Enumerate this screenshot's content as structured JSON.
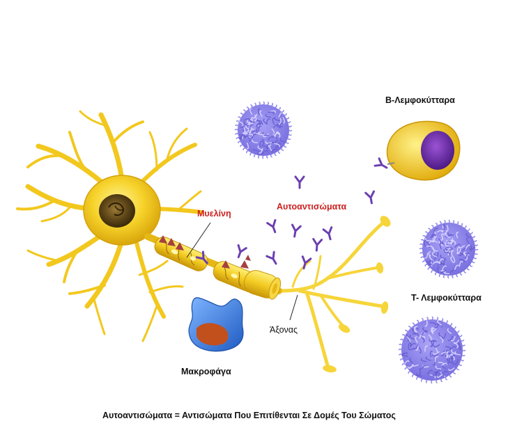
{
  "labels": {
    "b_cell": "Β-Λεμφοκύτταρα",
    "myelin": "Μυελίνη",
    "autoantibodies": "Αυτοαντισώματα",
    "t_cell": "Τ- Λεμφοκύτταρα",
    "axon": "Άξονας",
    "macrophage": "Μακροφάγα",
    "definition": "Αυτοαντισώματα = Αντισώματα Που Επιτίθενται Σε Δομές Του Σώματος"
  },
  "colors": {
    "neuron": "#f2c81e",
    "neuron_dark": "#d9a90c",
    "nucleus": "#5a4418",
    "lymphocyte": "#8f86ea",
    "antibody": "#6b3fb0",
    "myelin_attack": "#a54040",
    "macrophage": "#2f6fd4",
    "macrophage_nucleus": "#c1501c",
    "b_cell_body": "#f4c814",
    "b_cell_nucleus": "#6a2aa0",
    "label_red": "#cc1f1f"
  }
}
